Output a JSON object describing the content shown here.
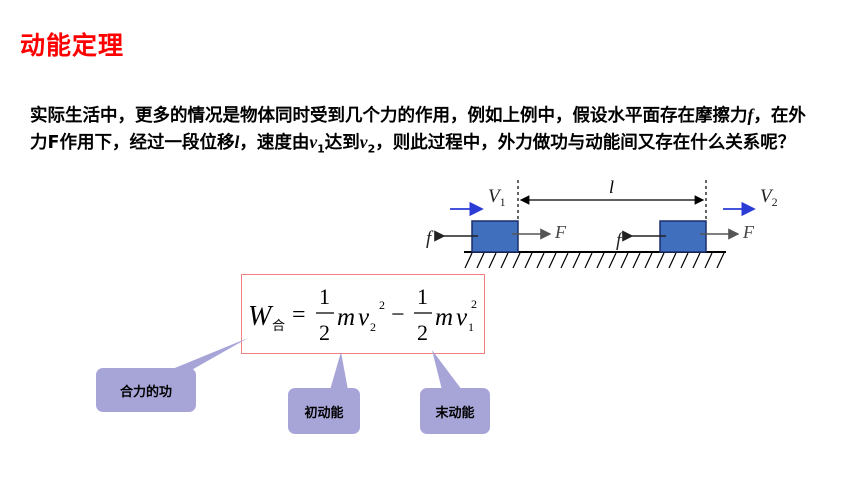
{
  "slide": {
    "title": "动能定理",
    "paragraph": {
      "t1": "实际生活中，更多的情况是物体同时受到几个力的作用，例如上例中，假设水平面存在摩擦力",
      "f": "f",
      "t2": "，在外力F作用下，经过一段位移",
      "l": "l",
      "t3": "，速度由",
      "v": "v",
      "sub1": "1",
      "t4": "达到",
      "v2": "v",
      "sub2": "2",
      "t5": "，则此过程中，外力做功与动能间又存在什么关系呢？"
    }
  },
  "diagram": {
    "V1_letter": "V",
    "V1_sub": "1",
    "V2_letter": "V",
    "V2_sub": "2",
    "l_label": "l",
    "f_label": "f",
    "F_label": "F"
  },
  "formula": {
    "W": "W",
    "W_sub": "合",
    "eq": "=",
    "one": "1",
    "two": "2",
    "m": "m",
    "v": "v",
    "sub2": "2",
    "sup2": "2",
    "minus": "−",
    "sub1": "1"
  },
  "callouts": {
    "net_work": "合力的功",
    "initial_ke": "初动能",
    "final_ke": "末动能"
  },
  "colors": {
    "title": "#ff0000",
    "box_fill": "#3f6fbd",
    "box_border": "#1a2f6b",
    "callout": "#a7a5d8",
    "formula_border": "#f08080",
    "velocity_arrow": "#2b3bd6"
  }
}
